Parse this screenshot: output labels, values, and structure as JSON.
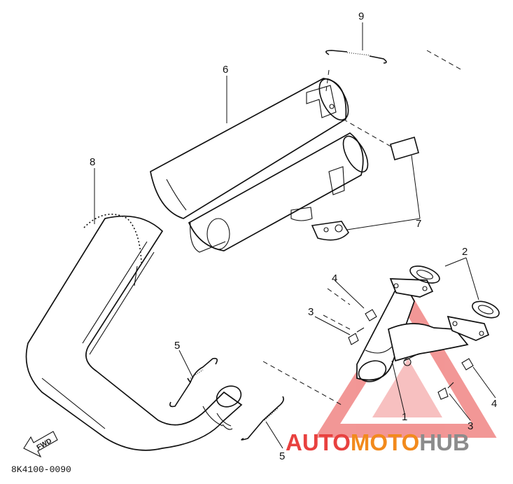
{
  "callouts": {
    "c1": "1",
    "c2": "2",
    "c3a": "3",
    "c3b": "3",
    "c4a": "4",
    "c4b": "4",
    "c5a": "5",
    "c5b": "5",
    "c6": "6",
    "c7": "7",
    "c8": "8",
    "c9": "9"
  },
  "reference_code": "8K4100-0090",
  "forward_label": "FWD",
  "watermark": {
    "part1": "AUTO",
    "part2": "MOTO",
    "part3": "HUB",
    "colors": {
      "red": "#e8413f",
      "orange": "#f28a1d",
      "gray": "#8c8c8c"
    }
  }
}
